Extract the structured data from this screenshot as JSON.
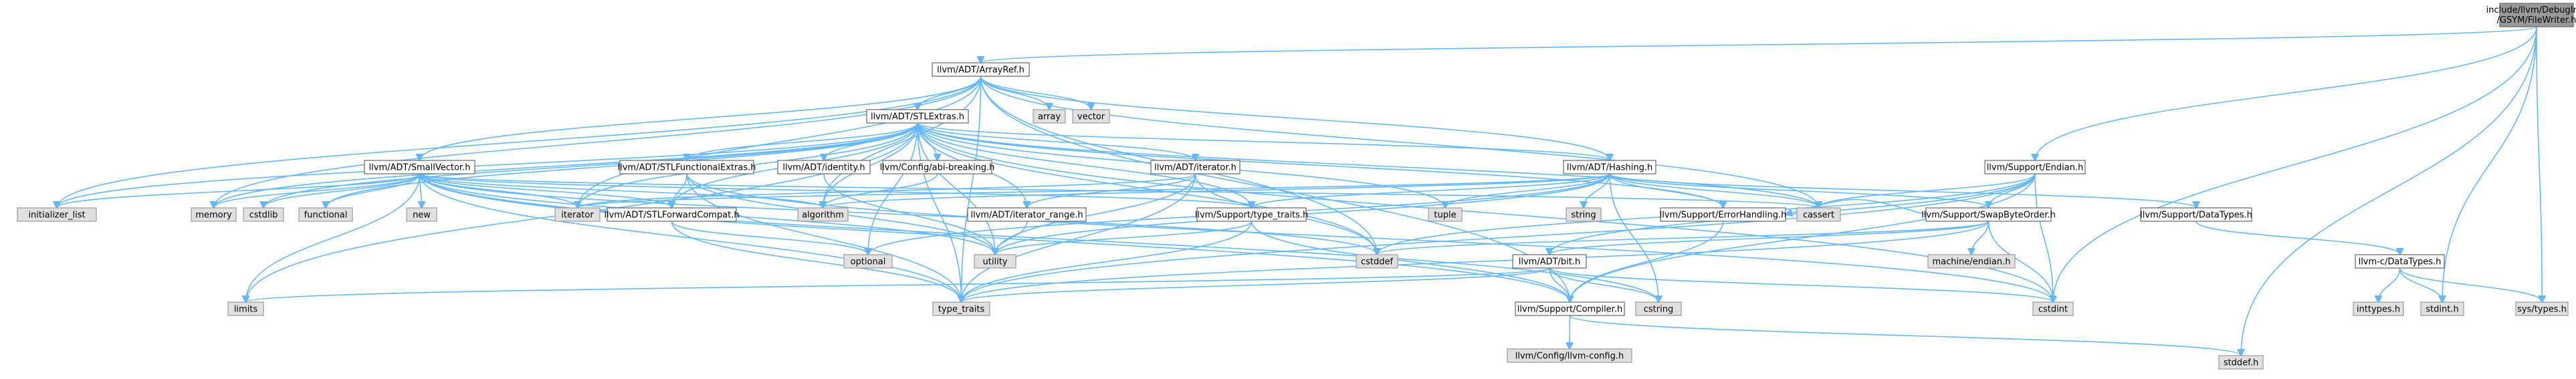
{
  "colors": {
    "root_fill": "#999999",
    "node_fill": "#ffffff",
    "system_fill": "#e0e0e0",
    "border": "#666666",
    "system_border": "#999999",
    "edge": "#63b8ff"
  },
  "nodes": {
    "root": [
      "include/llvm/DebugInfo",
      "/GSYM/FileWriter.h"
    ],
    "arrayref": "llvm/ADT/ArrayRef.h",
    "stlextras": "llvm/ADT/STLExtras.h",
    "array": "array",
    "vector": "vector",
    "smallvector": "llvm/ADT/SmallVector.h",
    "stlfunctional": "llvm/ADT/STLFunctionalExtras.h",
    "identity": "llvm/ADT/identity.h",
    "abibreaking": "llvm/Config/abi-breaking.h",
    "adtiterator": "llvm/ADT/iterator.h",
    "hashing": "llvm/ADT/Hashing.h",
    "endian": "llvm/Support/Endian.h",
    "initializer_list": "initializer_list",
    "memory": "memory",
    "cstdlib": "cstdlib",
    "functional": "functional",
    "new": "new",
    "iterator": "iterator",
    "stlforward": "llvm/ADT/STLForwardCompat.h",
    "algorithm": "algorithm",
    "iterator_range": "llvm/ADT/iterator_range.h",
    "tuple": "tuple",
    "string": "string",
    "errorhandling": "llvm/Support/ErrorHandling.h",
    "cassert": "cassert",
    "swapbyteorder": "llvm/Support/SwapByteOrder.h",
    "datatypes": "llvm/Support/DataTypes.h",
    "typetraits_h": "llvm/Support/type_traits.h",
    "optional": "optional",
    "utility": "utility",
    "cstddef": "cstddef",
    "adtbit": "llvm/ADT/bit.h",
    "machine_endian": "machine/endian.h",
    "llvmc_datatypes": "llvm-c/DataTypes.h",
    "limits": "limits",
    "type_traits": "type_traits",
    "compiler": "llvm/Support/Compiler.h",
    "cstring": "cstring",
    "cstdint": "cstdint",
    "inttypes": "inttypes.h",
    "stdint": "stdint.h",
    "systypes": "sys/types.h",
    "llvmconfig": "llvm/Config/llvm-config.h",
    "stddef": "stddef.h"
  }
}
